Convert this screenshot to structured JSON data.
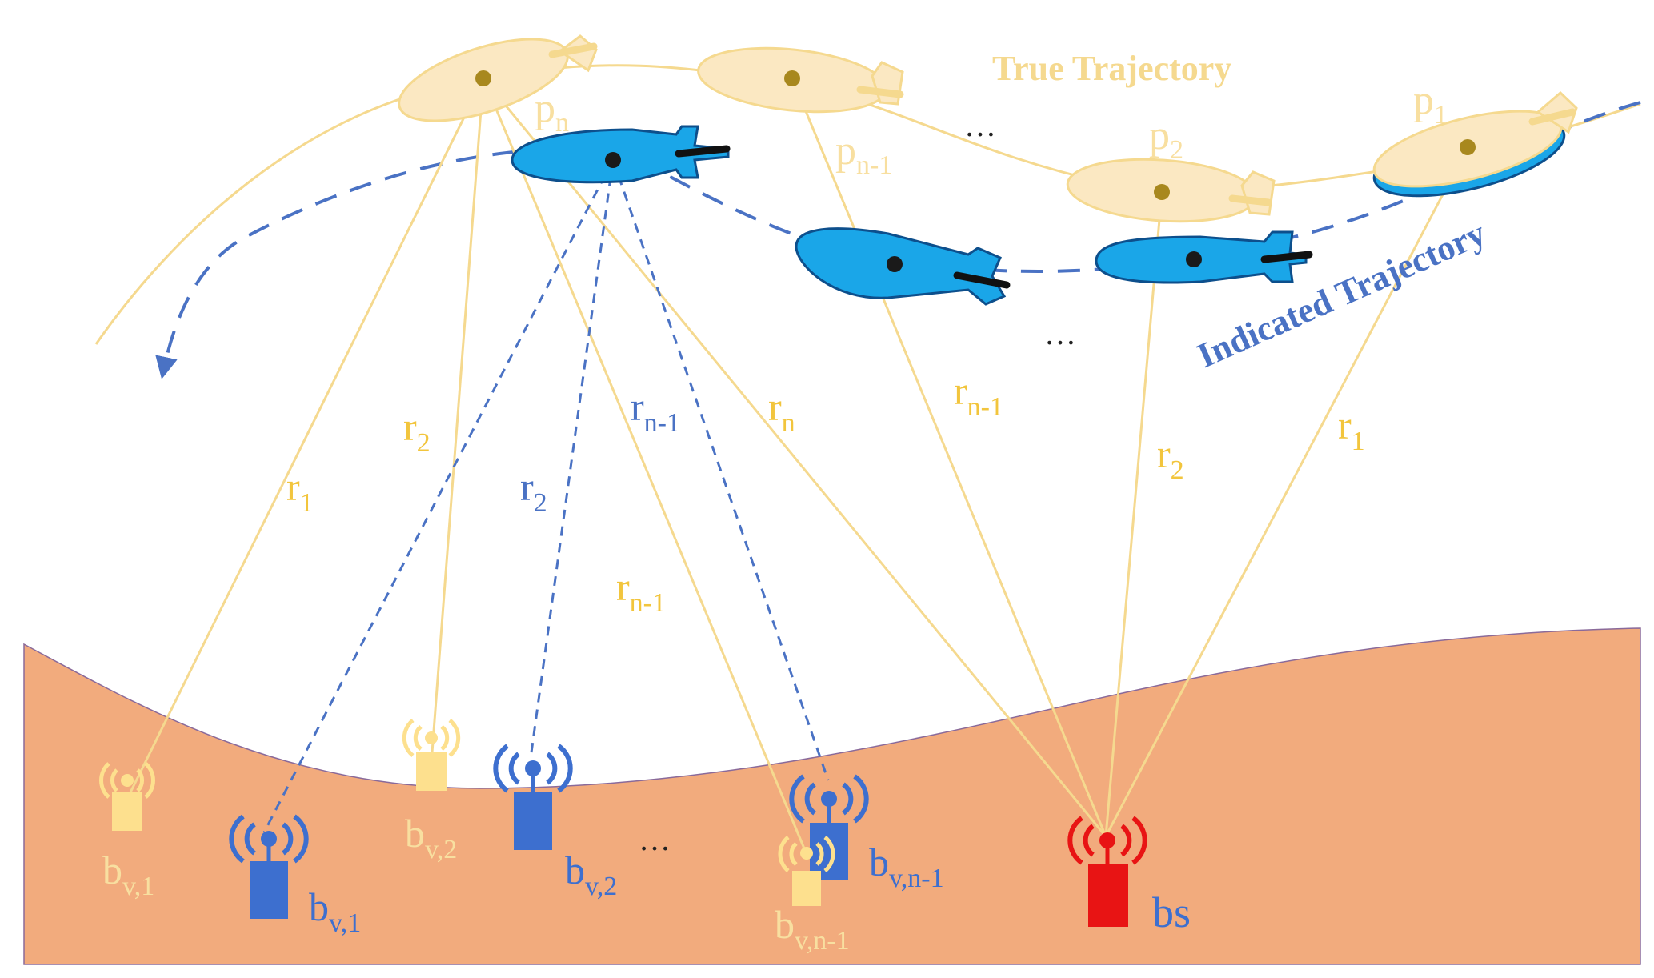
{
  "title": "",
  "colors": {
    "seabed": "#f2ab7d",
    "true_color": "#f5d98f",
    "true_fill": "#fbe8c2",
    "indicated_color": "#4a72c4",
    "auv_blue": "#1aa6e8",
    "bs_red": "#e81414",
    "virtual_yellow": "#fde08e",
    "virtual_blue": "#3d6fcf",
    "label_yellow": "#f2c53d",
    "label_pale": "#f8dfa0"
  },
  "legend": {
    "true_trajectory": "True Trajectory",
    "indicated_trajectory": "Indicated Trajectory"
  },
  "positions": {
    "p_n": "p",
    "p_n_sub": "n",
    "p_n1": "p",
    "p_n1_sub": "n-1",
    "p_2": "p",
    "p_2_sub": "2",
    "p_1": "p",
    "p_1_sub": "1"
  },
  "ranges": {
    "r1_left": "r",
    "r1_left_sub": "1",
    "r2_left": "r",
    "r2_left_sub": "2",
    "rn1_mid": "r",
    "rn1_mid_sub": "n-1",
    "rn": "r",
    "rn_sub": "n",
    "r2_blue": "r",
    "r2_blue_sub": "2",
    "rn1_blue": "r",
    "rn1_blue_sub": "n-1",
    "rn1_right": "r",
    "rn1_right_sub": "n-1",
    "r2_right": "r",
    "r2_right_sub": "2",
    "r1_right": "r",
    "r1_right_sub": "1"
  },
  "stations": {
    "bv1_true": "b",
    "bv1_true_sub": "v,1",
    "bv1_virtual": "b",
    "bv1_virtual_sub": "v,1",
    "bv2_true": "b",
    "bv2_true_sub": "v,2",
    "bv2_virtual": "b",
    "bv2_virtual_sub": "v,2",
    "bvn1_true": "b",
    "bvn1_true_sub": "v,n-1",
    "bvn1_virtual": "b",
    "bvn1_virtual_sub": "v,n-1",
    "bs": "bs"
  },
  "ellipses": {
    "top_true": "…",
    "bottom_indicated": "…",
    "stations": "…"
  }
}
